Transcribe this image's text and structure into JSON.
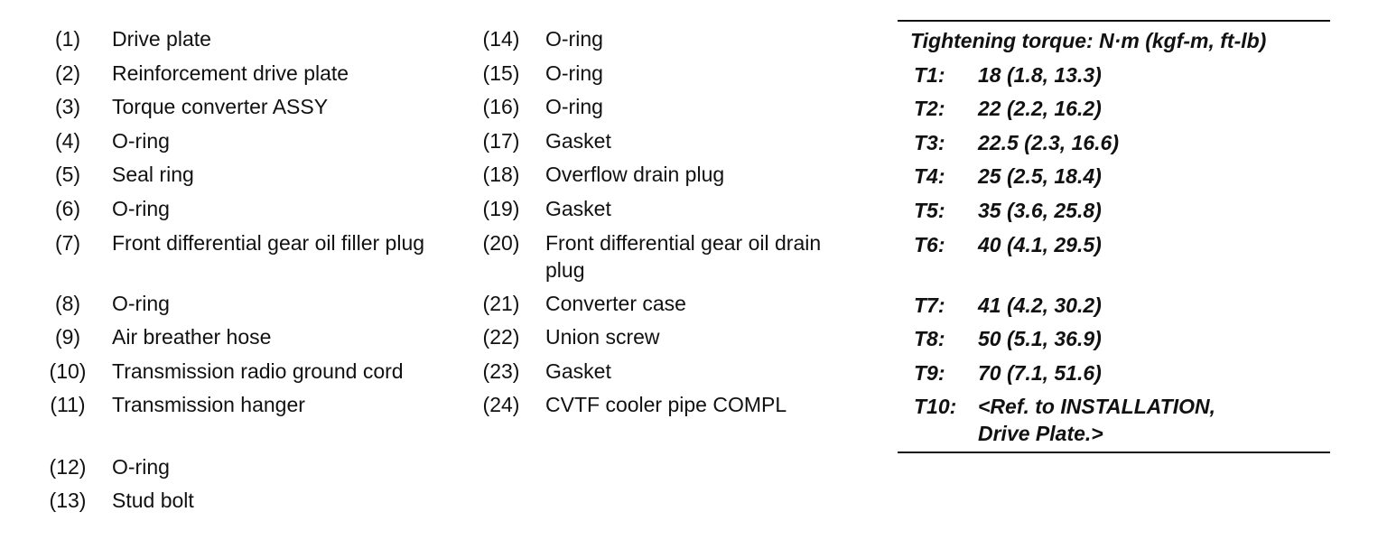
{
  "parts_col1": [
    {
      "num": "(1)",
      "name": "Drive plate"
    },
    {
      "num": "(2)",
      "name": "Reinforcement drive plate"
    },
    {
      "num": "(3)",
      "name": "Torque converter ASSY"
    },
    {
      "num": "(4)",
      "name": "O-ring"
    },
    {
      "num": "(5)",
      "name": "Seal ring"
    },
    {
      "num": "(6)",
      "name": "O-ring"
    },
    {
      "num": "(7)",
      "name": "Front differential gear oil filler plug"
    },
    {
      "num": "(8)",
      "name": "O-ring"
    },
    {
      "num": "(9)",
      "name": "Air breather hose"
    },
    {
      "num": "(10)",
      "name": "Transmission radio ground cord"
    },
    {
      "num": "(11)",
      "name": "Transmission hanger"
    },
    {
      "num": "(12)",
      "name": "O-ring"
    },
    {
      "num": "(13)",
      "name": "Stud bolt"
    }
  ],
  "parts_col2": [
    {
      "num": "(14)",
      "name": "O-ring"
    },
    {
      "num": "(15)",
      "name": "O-ring"
    },
    {
      "num": "(16)",
      "name": "O-ring"
    },
    {
      "num": "(17)",
      "name": "Gasket"
    },
    {
      "num": "(18)",
      "name": "Overflow drain plug"
    },
    {
      "num": "(19)",
      "name": "Gasket"
    },
    {
      "num": "(20)",
      "name": "Front differential gear oil drain plug"
    },
    {
      "num": "(21)",
      "name": "Converter case"
    },
    {
      "num": "(22)",
      "name": "Union screw"
    },
    {
      "num": "(23)",
      "name": "Gasket"
    },
    {
      "num": "(24)",
      "name": "CVTF cooler pipe COMPL"
    }
  ],
  "torque": {
    "header": "Tightening torque: N·m (kgf-m, ft-lb)",
    "rows": [
      {
        "key": "T1:",
        "value": "18 (1.8, 13.3)"
      },
      {
        "key": "T2:",
        "value": "22 (2.2, 16.2)"
      },
      {
        "key": "T3:",
        "value": "22.5 (2.3, 16.6)"
      },
      {
        "key": "T4:",
        "value": "25 (2.5, 18.4)"
      },
      {
        "key": "T5:",
        "value": "35 (3.6, 25.8)"
      },
      {
        "key": "T6:",
        "value": "40 (4.1, 29.5)"
      },
      {
        "key": "T7:",
        "value": "41 (4.2, 30.2)"
      },
      {
        "key": "T8:",
        "value": "50 (5.1, 36.9)"
      },
      {
        "key": "T9:",
        "value": "70 (7.1, 51.6)"
      },
      {
        "key": "T10:",
        "value": "<Ref. to INSTALLATION, Drive Plate.>"
      }
    ]
  }
}
